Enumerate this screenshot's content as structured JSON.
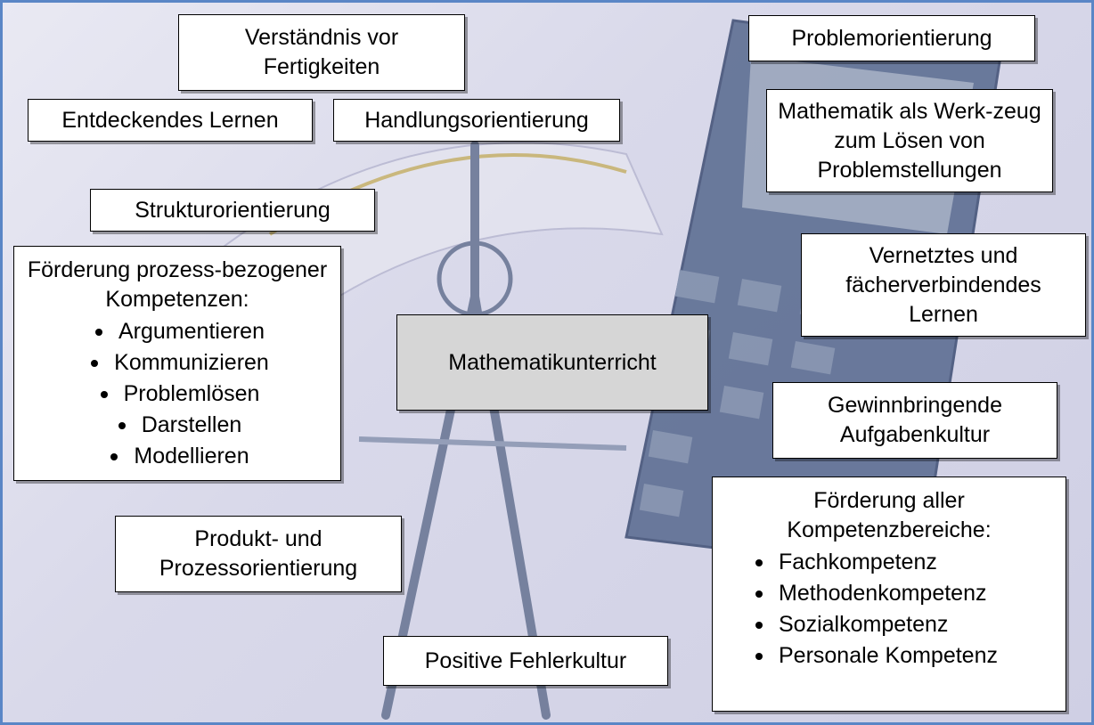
{
  "diagram": {
    "center": "Mathematikunterricht",
    "verstaendnis": "Verständnis vor Fertigkeiten",
    "problemorientierung": "Problemorientierung",
    "entdeckendes": "Entdeckendes Lernen",
    "handlung": "Handlungsorientierung",
    "werkzeug": "Mathematik als Werk-zeug zum Lösen von Problemstellungen",
    "struktur": "Strukturorientierung",
    "vernetzt": "Vernetztes und fächerverbindendes Lernen",
    "prozess_head": "Förderung prozess-bezogener Kompetenzen:",
    "prozess_items": [
      "Argumentieren",
      "Kommunizieren",
      "Problemlösen",
      "Darstellen",
      "Modellieren"
    ],
    "aufgaben": "Gewinnbringende Aufgabenkultur",
    "kompetenz_head": "Förderung aller Kompetenzbereiche:",
    "kompetenz_items": [
      "Fachkompetenz",
      "Methodenkompetenz",
      "Sozialkompetenz",
      "Personale Kompetenz"
    ],
    "produkt": "Produkt- und Prozessorientierung",
    "fehler": "Positive Fehlerkultur"
  },
  "colors": {
    "frame": "#5a86c6",
    "center_fill": "#d6d6d6",
    "box_fill": "#ffffff"
  }
}
